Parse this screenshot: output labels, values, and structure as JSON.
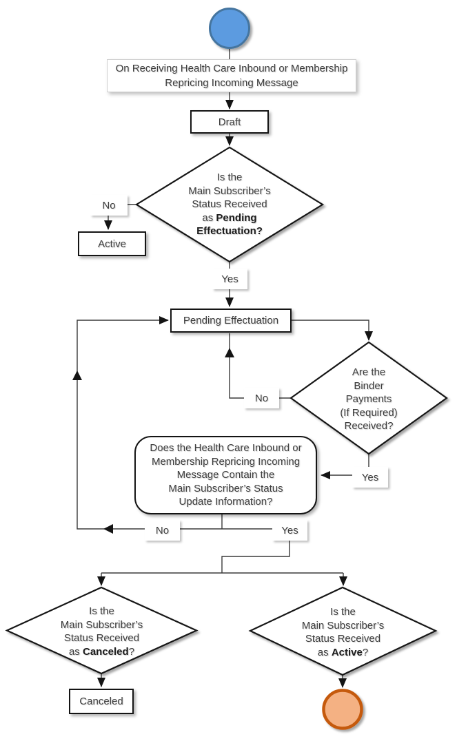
{
  "nodes": {
    "trigger": {
      "line1": "On Receiving Health Care Inbound or Membership",
      "line2": "Repricing Incoming Message"
    },
    "draft": {
      "label": "Draft"
    },
    "decision_status_pending": {
      "line1": "Is the",
      "line2": "Main Subscriber’s",
      "line3": "Status Received",
      "line4_prefix": "as ",
      "line4_bold": "Pending",
      "line5_bold": "Effectuation",
      "line5_suffix": "?"
    },
    "active_state": {
      "label": "Active"
    },
    "pending_effectuation": {
      "label": "Pending Effectuation"
    },
    "decision_binder_payments": {
      "line1": "Are the",
      "line2": "Binder",
      "line3": "Payments",
      "line4": "(If Required)",
      "line5": "Received?"
    },
    "decision_contains_update": {
      "line1": "Does the Health Care Inbound or",
      "line2": "Membership Repricing Incoming",
      "line3": "Message Contain the",
      "line4": "Main Subscriber’s Status",
      "line5": "Update Information?"
    },
    "decision_status_canceled": {
      "line1": "Is the",
      "line2": "Main Subscriber’s",
      "line3": "Status Received",
      "line4_prefix": "as ",
      "line4_bold": "Canceled",
      "line4_suffix": "?"
    },
    "canceled_state": {
      "label": "Canceled"
    },
    "decision_status_active": {
      "line1": "Is the",
      "line2": "Main Subscriber’s",
      "line3": "Status Received",
      "line4_prefix": "as ",
      "line4_bold": "Active",
      "line4_suffix": "?"
    }
  },
  "edge_labels": {
    "no_status_pending": "No",
    "yes_status_pending": "Yes",
    "no_binder_received": "No",
    "yes_binder_received": "Yes",
    "no_contains_update": "No",
    "yes_contains_update": "Yes"
  },
  "colors": {
    "start_fill": "#5B9BE0",
    "start_stroke": "#45749F",
    "end_fill": "#F4B183",
    "end_stroke": "#C55A11",
    "line": "#3a3a3a",
    "shape_border": "#141414"
  }
}
